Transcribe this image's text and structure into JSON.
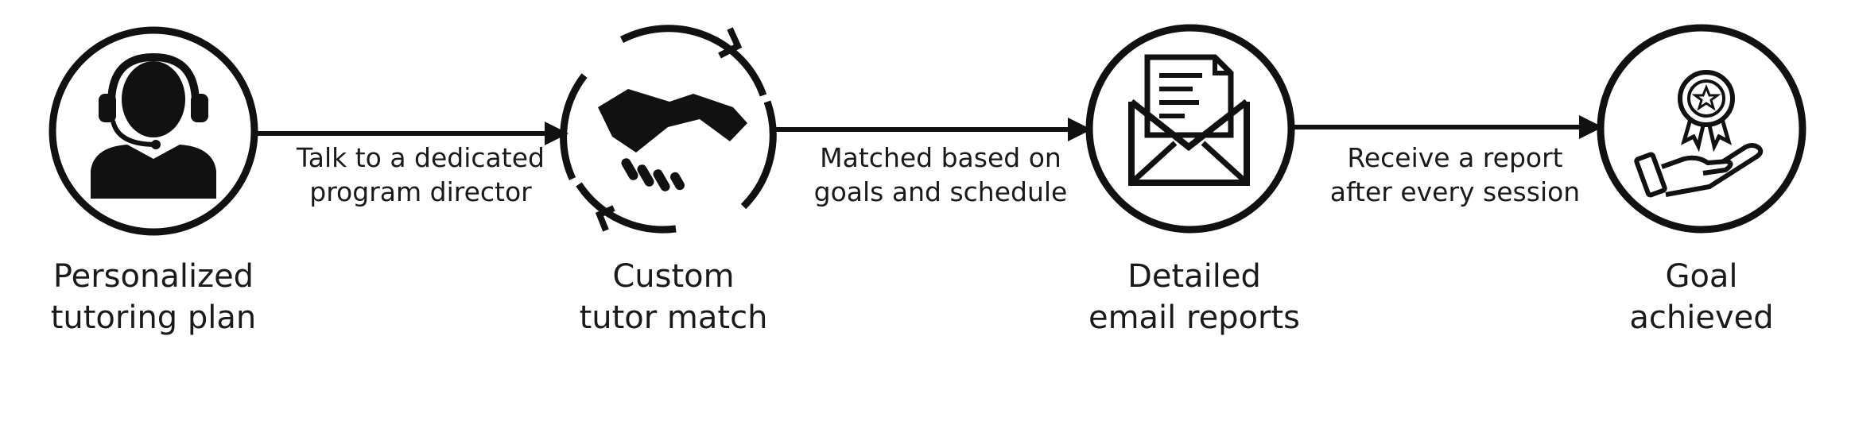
{
  "steps": [
    {
      "icon": "headset-agent-icon",
      "line1": "Personalized",
      "line2": "tutoring plan"
    },
    {
      "icon": "handshake-icon",
      "line1": "Custom",
      "line2": "tutor match"
    },
    {
      "icon": "envelope-letter-icon",
      "line1": "Detailed",
      "line2": "email reports"
    },
    {
      "icon": "award-in-hand-icon",
      "line1": "Goal",
      "line2": "achieved"
    }
  ],
  "connectors": [
    {
      "line1": "Talk to a dedicated",
      "line2": "program director"
    },
    {
      "line1": "Matched based on",
      "line2": "goals and schedule"
    },
    {
      "line1": "Receive a report",
      "line2": "after every session"
    }
  ],
  "colors": {
    "ink": "#111111",
    "background": "#ffffff"
  }
}
